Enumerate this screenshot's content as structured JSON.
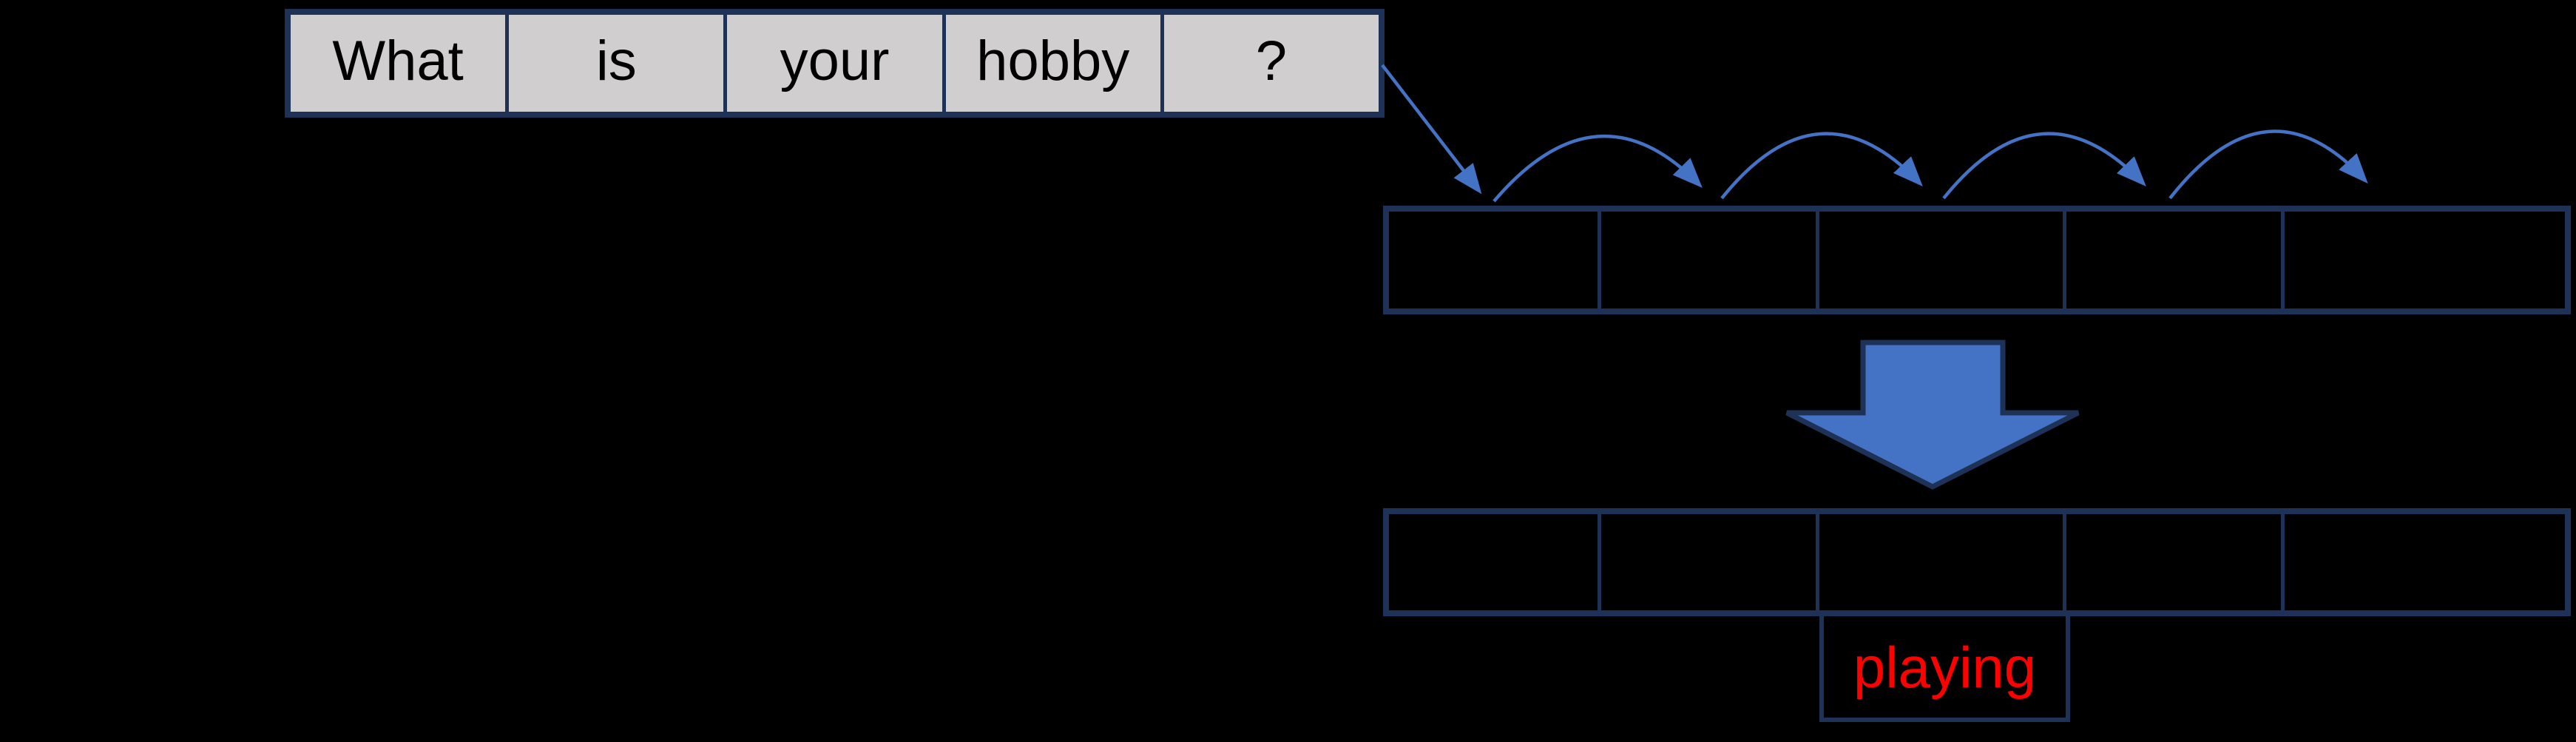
{
  "colors": {
    "background": "#000000",
    "box_border_navy": "#1E3156",
    "word_box_fill": "#D0CECE",
    "word_text": "#000000",
    "connector_blue": "#4472C4",
    "block_arrow_fill": "#4472C4",
    "output_text": "#FF0000"
  },
  "sentence_row": {
    "words": [
      "What",
      "is",
      "your",
      "hobby",
      "?"
    ]
  },
  "upper_slot_row": {
    "slot_count": 5
  },
  "lower_slot_row": {
    "slot_count": 5
  },
  "output_box": {
    "label": "playing"
  },
  "icons": {
    "input_arrow": "straight-arrow-down-right",
    "hop_arrow": "arc-arrow-hop",
    "block_arrow": "block-arrow-down"
  }
}
